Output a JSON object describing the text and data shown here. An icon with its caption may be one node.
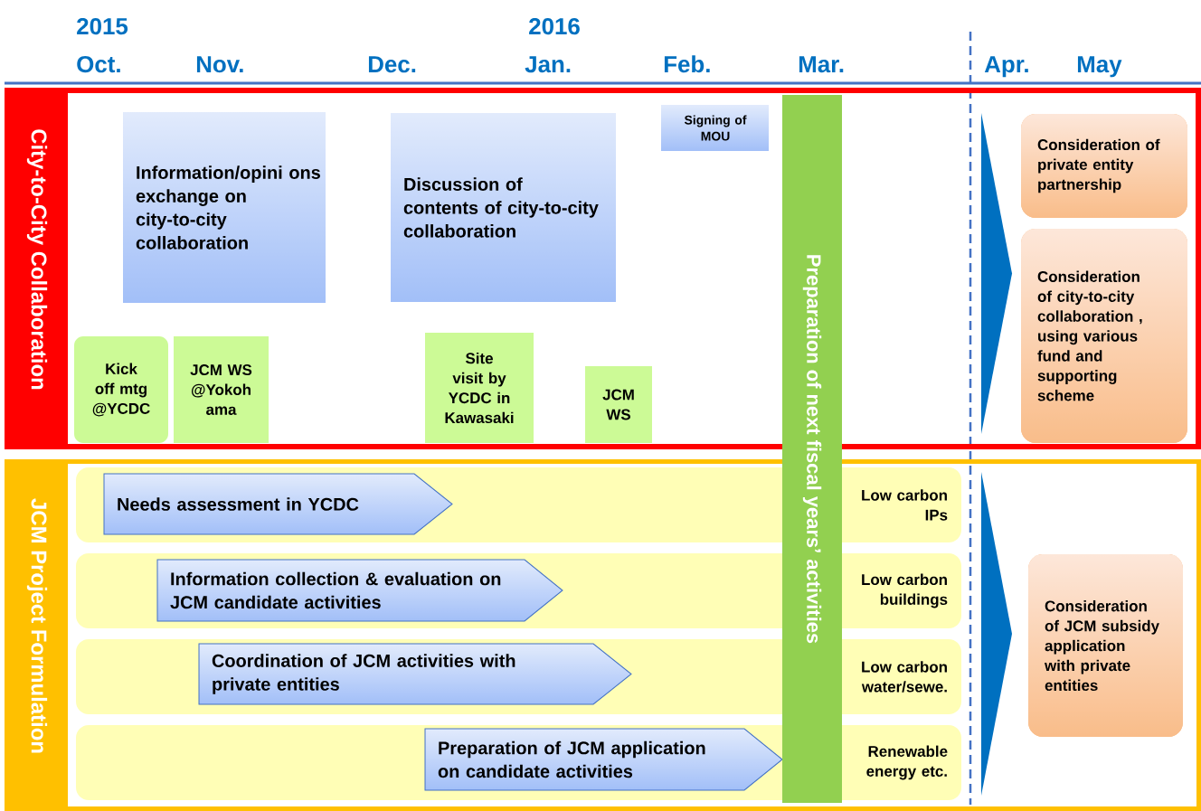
{
  "diagram": {
    "nodes": [
      {
        "text": [
          "City-to-City Collaboration"
        ]
      },
      {
        "text": [
          "Information/opini ons exchange on city-to-city collaboration"
        ],
        "in": 0
      },
      {
        "text": [
          "Discussion of contents of city-to-city collaboration"
        ],
        "in": 0
      },
      {
        "text": [
          "Signing of MOU"
        ],
        "in": 0
      },
      {
        "text": [
          "Kick off mtg @YCDC"
        ],
        "in": 0
      },
      {
        "text": [
          "JCM WS @Yokoh ama"
        ],
        "in": 0
      },
      {
        "text": [
          "Site visit by YCDC in Kawasaki"
        ],
        "in": 0
      },
      {
        "text": [
          "JCM WS"
        ],
        "in": 0
      },
      {
        "text": [
          "Consideration of private entity partnership"
        ],
        "in": 0
      },
      {
        "text": [
          "Consideration of city-to-city collaboration , using various fund and supporting scheme"
        ],
        "in": 0
      },
      {
        "text": [
          "Preparation of next fiscal years’ activities"
        ]
      },
      {
        "text": [
          "JCM Project Formulation"
        ]
      },
      {
        "text": [
          "Low carbon IPs"
        ],
        "in": 11
      },
      {
        "text": [
          "Needs assessment in YCDC"
        ],
        "in": 12
      },
      {
        "text": [
          "Low carbon buildings"
        ],
        "in": 11
      },
      {
        "text": [
          "Information collection & evaluation on JCM candidate activities"
        ],
        "in": 14
      },
      {
        "text": [
          "Low carbon water/sewe."
        ],
        "in": 11
      },
      {
        "text": [
          "Coordination of JCM activities with private entities"
        ],
        "in": 16
      },
      {
        "text": [
          "Renewable energy etc."
        ],
        "in": 11
      },
      {
        "text": [
          "Preparation of JCM application on candidate activities"
        ],
        "in": 18
      },
      {
        "text": [
          "Consideration of JCM subsidy application with private entities"
        ],
        "in": 11
      }
    ],
    "labels": [
      "2015",
      "2016",
      "Oct.",
      "Nov.",
      "Dec.",
      "Jan.",
      "Feb.",
      "Mar.",
      "Apr.",
      "May"
    ]
  }
}
